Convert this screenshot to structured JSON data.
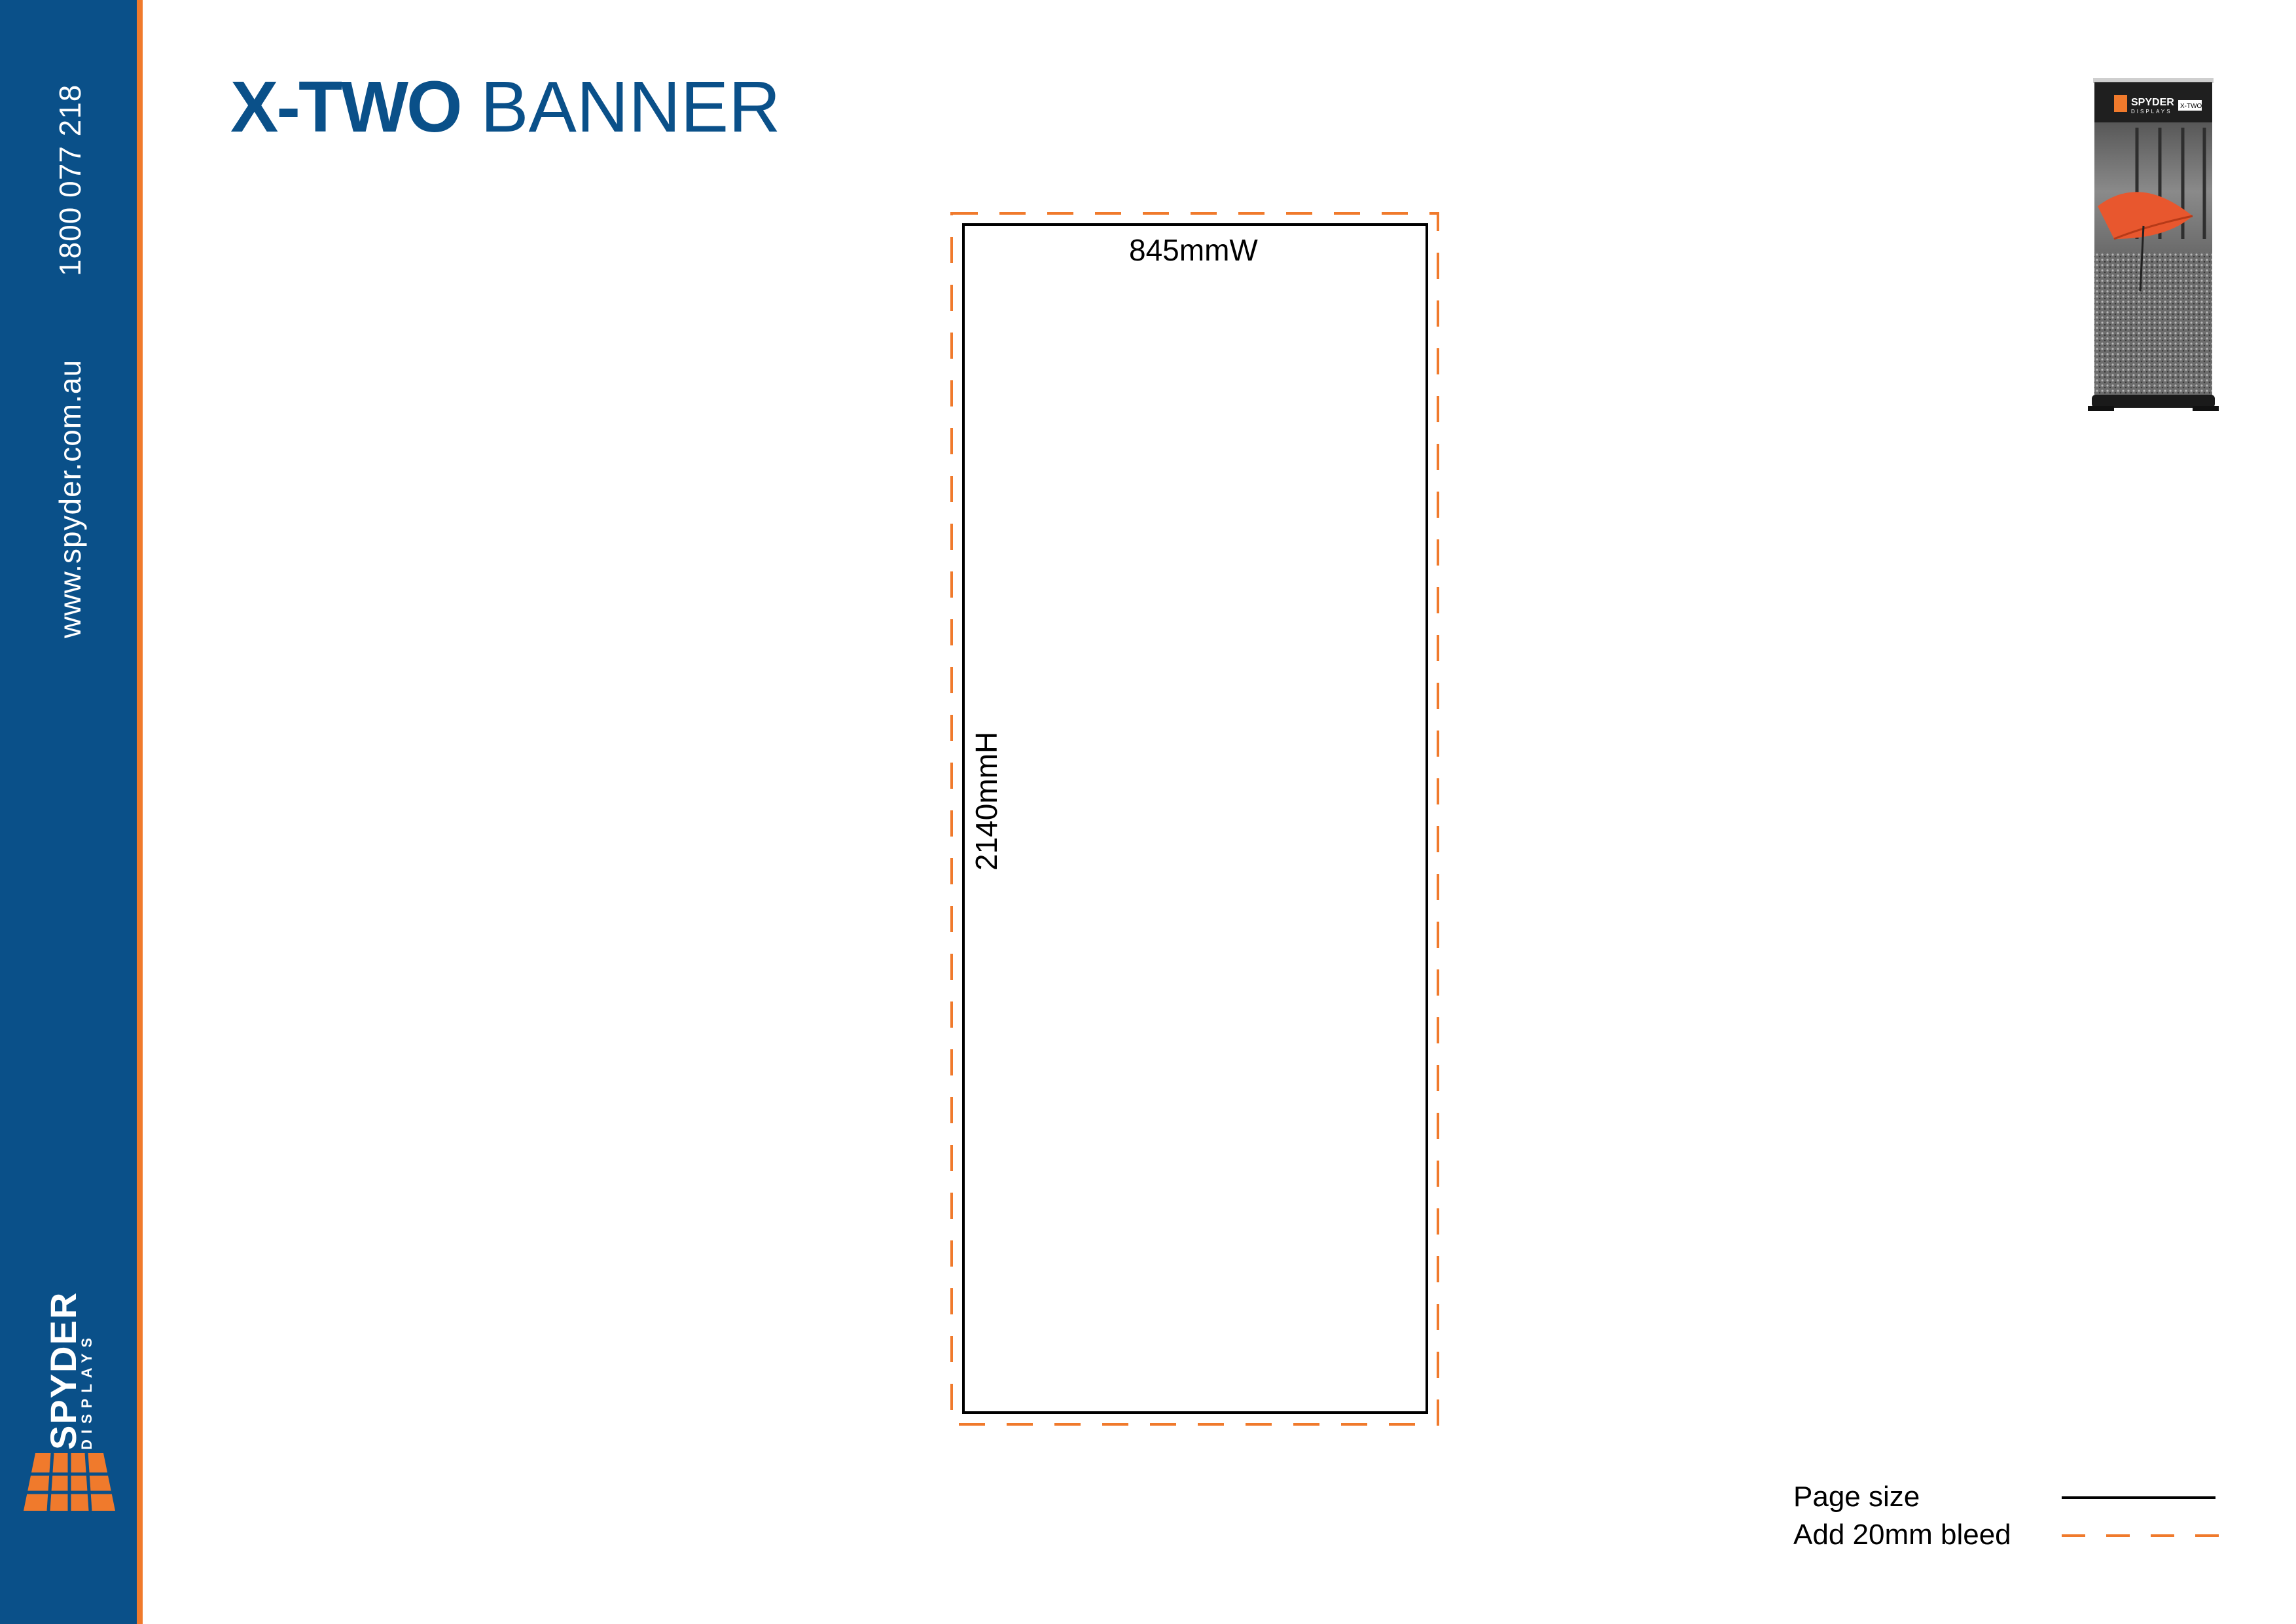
{
  "title": {
    "bold": "X-TWO",
    "light": "BANNER"
  },
  "sidebar": {
    "phone": "1800 077 218",
    "website": "www.spyder.com.au",
    "logo": {
      "word": "SPYDER",
      "sub": "DISPLAYS"
    }
  },
  "diagram": {
    "width_label": "845mmW",
    "height_label": "2140mmH"
  },
  "thumbnail": {
    "brand": "SPYDER",
    "sub": "DISPLAYS",
    "tag": "X-TWO"
  },
  "legend": {
    "page_size": "Page size",
    "bleed": "Add 20mm bleed"
  },
  "colors": {
    "brand_blue": "#0a5089",
    "accent_orange": "#f07a2c",
    "umbrella": "#e8572e"
  }
}
